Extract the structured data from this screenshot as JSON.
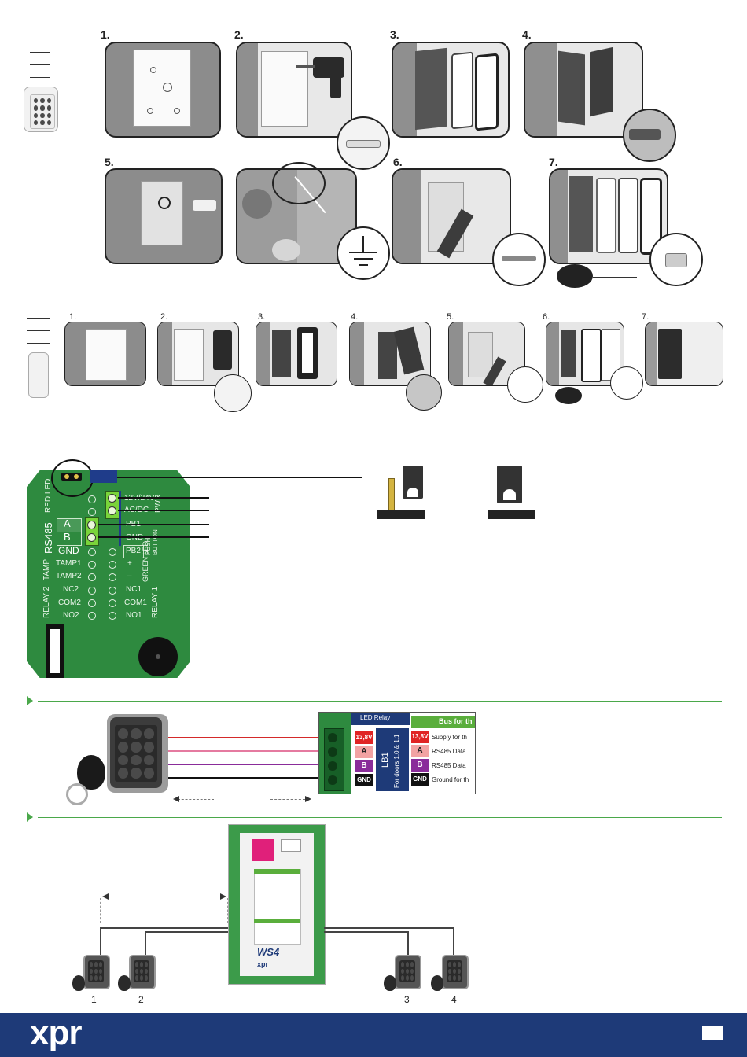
{
  "install_large": {
    "steps": [
      "1.",
      "2.",
      "3.",
      "4.",
      "5.",
      "6.",
      "7."
    ]
  },
  "install_small": {
    "steps": [
      "1.",
      "2.",
      "3.",
      "4.",
      "5.",
      "6.",
      "7."
    ]
  },
  "pcb": {
    "labels": {
      "red_led": "RED LED",
      "rs485": "RS485",
      "a": "A",
      "b": "B",
      "gnd": "GND",
      "tamp": "TAMP",
      "tamp1": "TAMP1",
      "tamp2": "TAMP2",
      "relay2": "RELAY 2",
      "nc2": "NC2",
      "com2": "COM2",
      "no2": "NO2",
      "v12_24": "12V/24V",
      "ac_dc": "AC/DC",
      "pwr": "PWR",
      "pb1": "PB1",
      "gnd2": "GND",
      "push_button": "PUSH BUTTON",
      "pb2": "PB2",
      "plus": "+",
      "minus": "–",
      "green_led": "GREEN LED",
      "nc1": "NC1",
      "com1": "COM1",
      "no1": "NO1",
      "relay1": "RELAY 1"
    }
  },
  "bus_table": {
    "header": "Bus for th",
    "relay_label": "LED Relay",
    "lb_label": "LB1",
    "doors_label": "For doors 1.0 & 1.1",
    "rows": [
      {
        "tag": "13,8V",
        "color": "#e02424",
        "desc": "Supply for th"
      },
      {
        "tag": "A",
        "color": "#f2a3a3",
        "desc": "RS485 Data"
      },
      {
        "tag": "B",
        "color": "#8a2c9a",
        "desc": "RS485 Data"
      },
      {
        "tag": "GND",
        "color": "#111111",
        "desc": "Ground for th"
      }
    ]
  },
  "controller": {
    "brand": "xpr",
    "model": "WS4"
  },
  "readers": {
    "numbers": [
      "1",
      "2",
      "3",
      "4"
    ]
  },
  "footer": {
    "logo": "xpr"
  },
  "colors": {
    "accent_green": "#4aa84a",
    "footer_blue": "#1e3a78",
    "pcb_green": "#2e8a3f",
    "wire_red": "#d42a2a",
    "wire_pink": "#e57aa0",
    "wire_purple": "#8a2c9a",
    "wire_black": "#111111"
  }
}
